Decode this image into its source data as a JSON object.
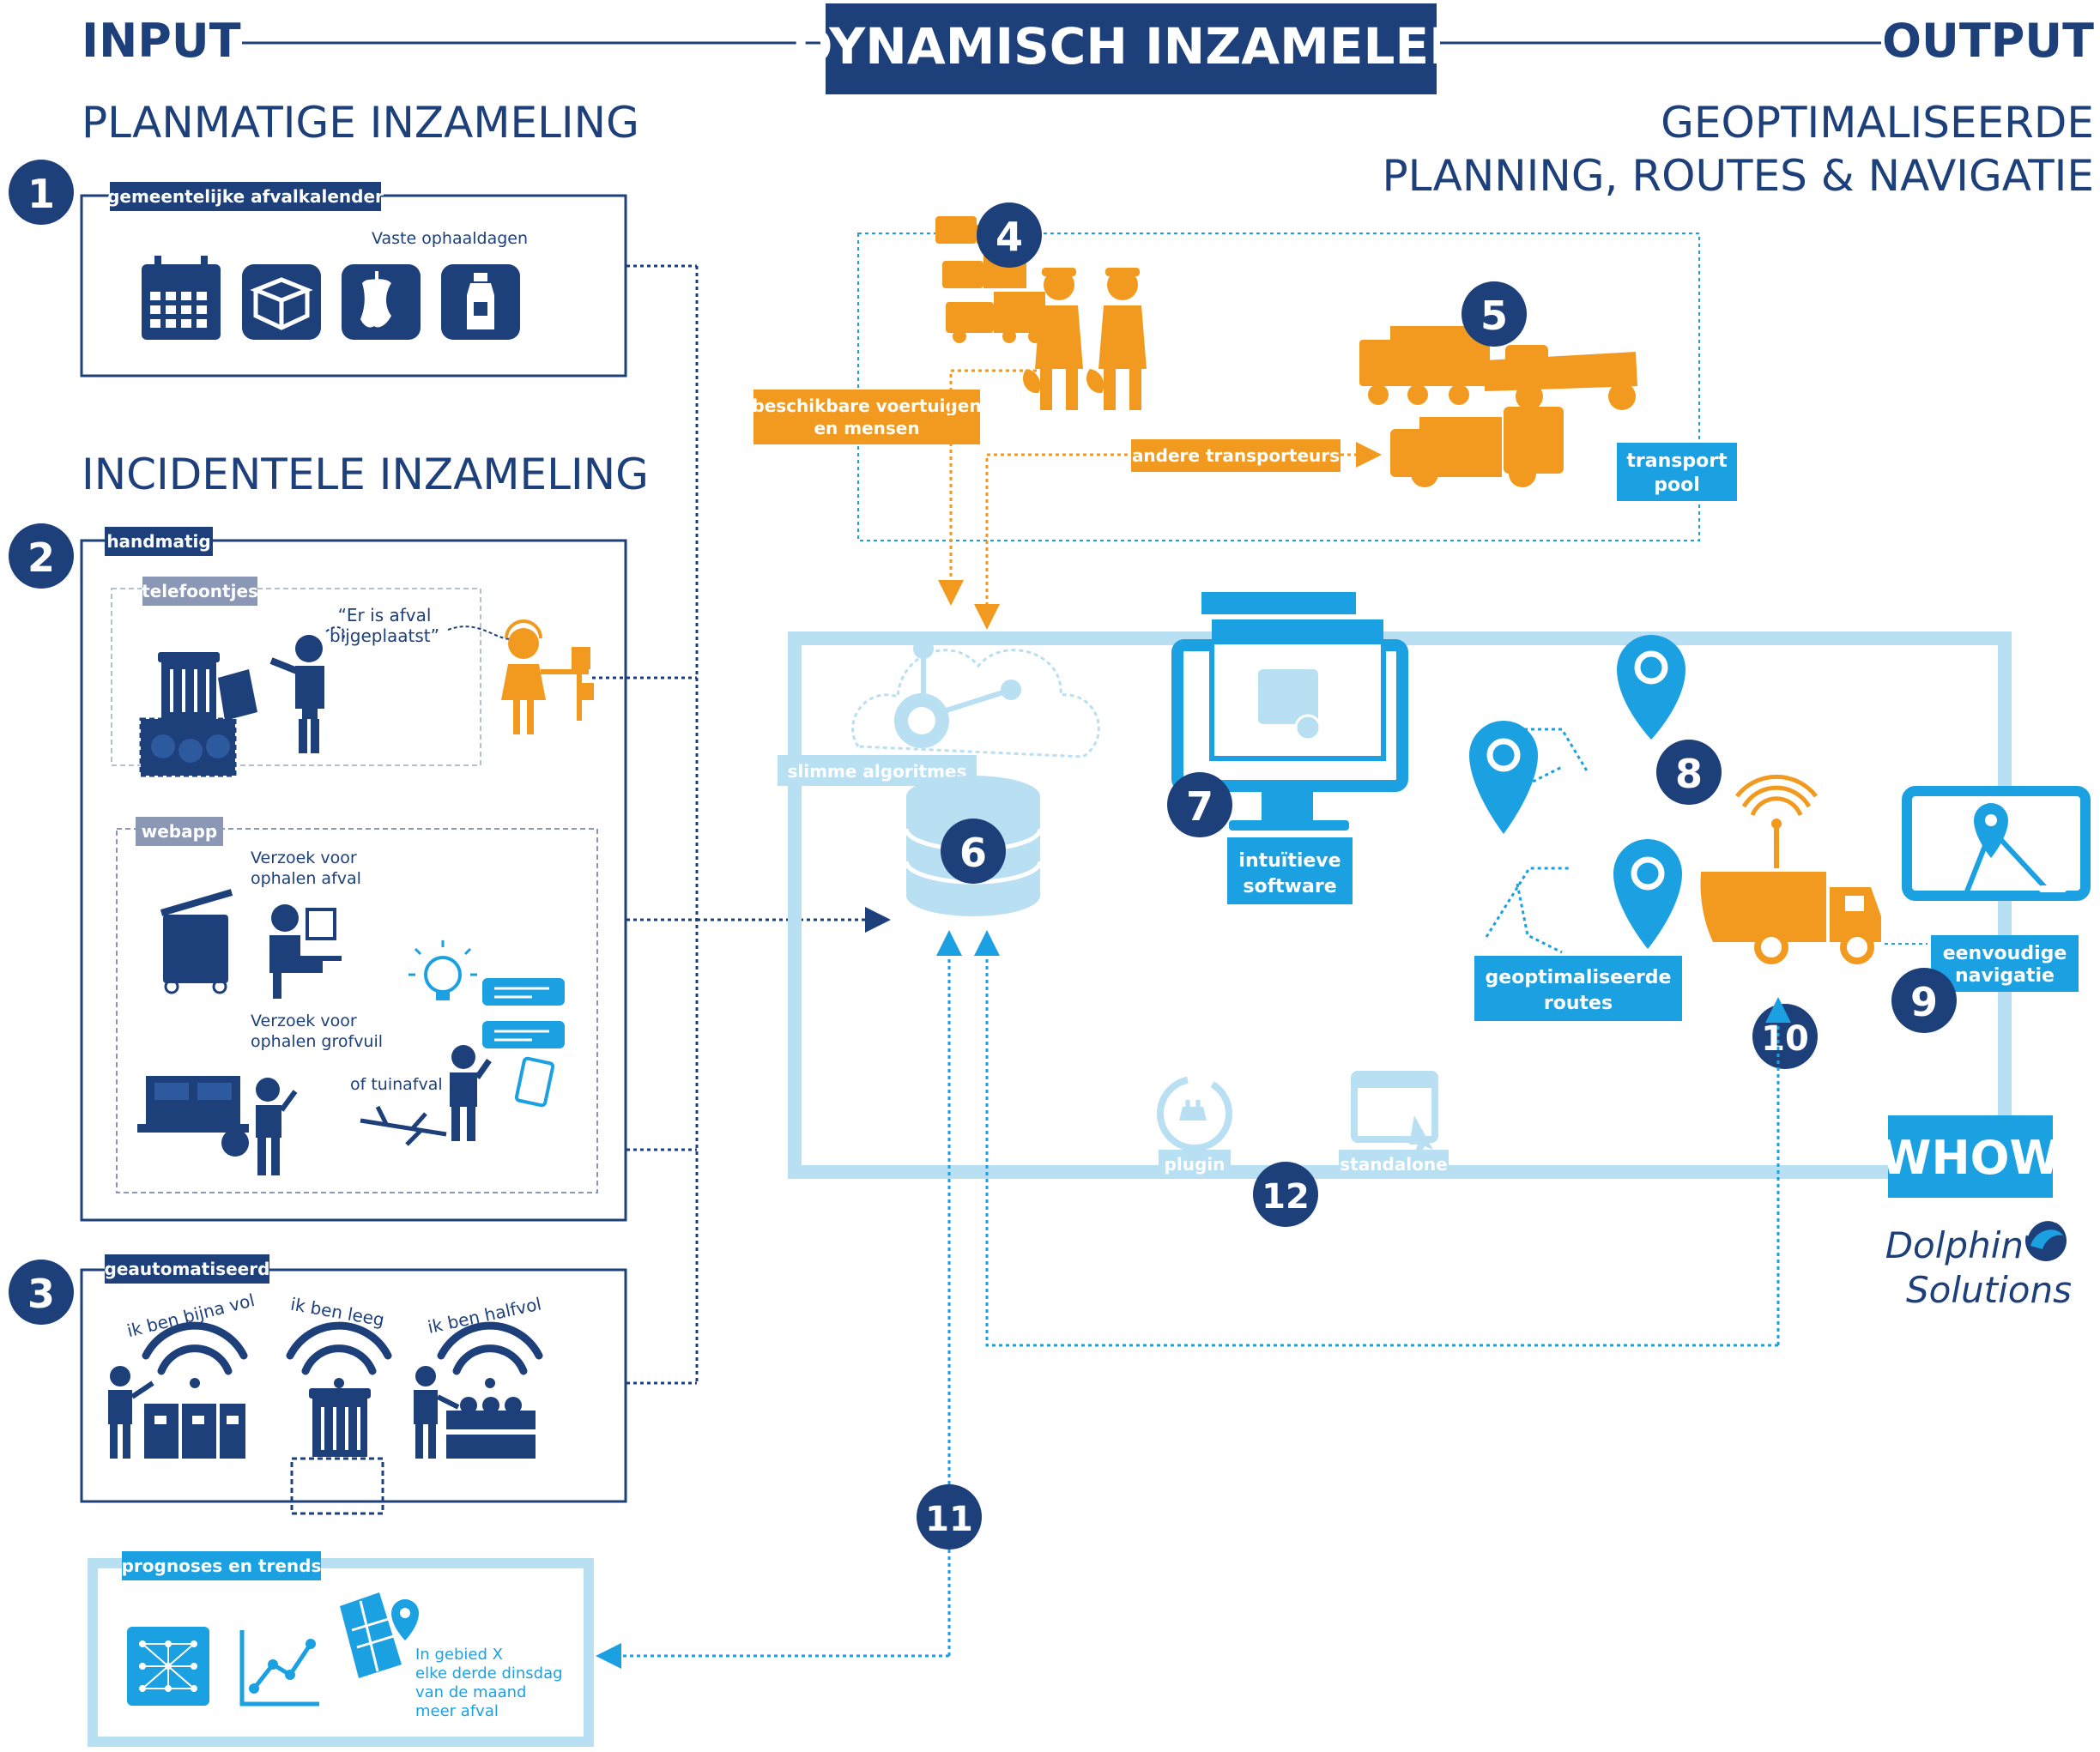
{
  "header": {
    "input": "INPUT",
    "title": "DYNAMISCH INZAMELEN",
    "output": "OUTPUT"
  },
  "left": {
    "planmatig_title": "PLANMATIGE INZAMELING",
    "incidenteel_title": "INCIDENTELE INZAMELING",
    "box1": {
      "number": "1",
      "tag": "gemeentelijke afvalkalender",
      "caption": "Vaste ophaaldagen",
      "icons": [
        "calendar-icon",
        "box-icon",
        "apple-core-icon",
        "bottle-icon"
      ]
    },
    "box2": {
      "number": "2",
      "tag": "handmatig",
      "telefoontjes": {
        "tag": "telefoontjes",
        "quote_line1": "“Er is afval",
        "quote_line2": "bijgeplaatst”"
      },
      "webapp": {
        "tag": "webapp",
        "req1_line1": "Verzoek voor",
        "req1_line2": "ophalen afval",
        "req2_line1": "Verzoek voor",
        "req2_line2": "ophalen grofvuil",
        "tuin": "of tuinafval"
      }
    },
    "box3": {
      "number": "3",
      "tag": "geautomatiseerd",
      "s1": "ik ben bijna vol",
      "s2": "ik ben leeg",
      "s3": "ik ben halfvol"
    },
    "prognoses": {
      "tag": "prognoses en trends",
      "line1": "In gebied X",
      "line2": "elke derde dinsdag",
      "line3": "van de maand",
      "line4": "meer afval"
    }
  },
  "right": {
    "output_sub_line1": "GEOPTIMALISEERDE",
    "output_sub_line2": "PLANNING, ROUTES & NAVIGATIE",
    "n4": "4",
    "n5": "5",
    "beschikbaar_line1": "beschikbare voertuigen",
    "beschikbaar_line2": "en mensen",
    "andere": "andere transporteurs",
    "pool_line1": "transport",
    "pool_line2": "pool",
    "n6": "6",
    "slimme": "slimme algoritmes",
    "n7": "7",
    "software_line1": "intuïtieve",
    "software_line2": "software",
    "n8": "8",
    "routes_line1": "geoptimaliseerde",
    "routes_line2": "routes",
    "n9": "9",
    "nav_line1": "eenvoudige",
    "nav_line2": "navigatie",
    "n10": "10",
    "n11": "11",
    "n12": "12",
    "plugin": "plugin",
    "standalone": "standalone",
    "whow": "WHOW",
    "brand_line1": "Dolphin",
    "brand_line2": "Solutions"
  },
  "colors": {
    "navy": "#1d3f7a",
    "orange": "#f29a1f",
    "blue": "#1ba1e2",
    "lightblue": "#b9dff3",
    "grey": "#8a97b5"
  }
}
